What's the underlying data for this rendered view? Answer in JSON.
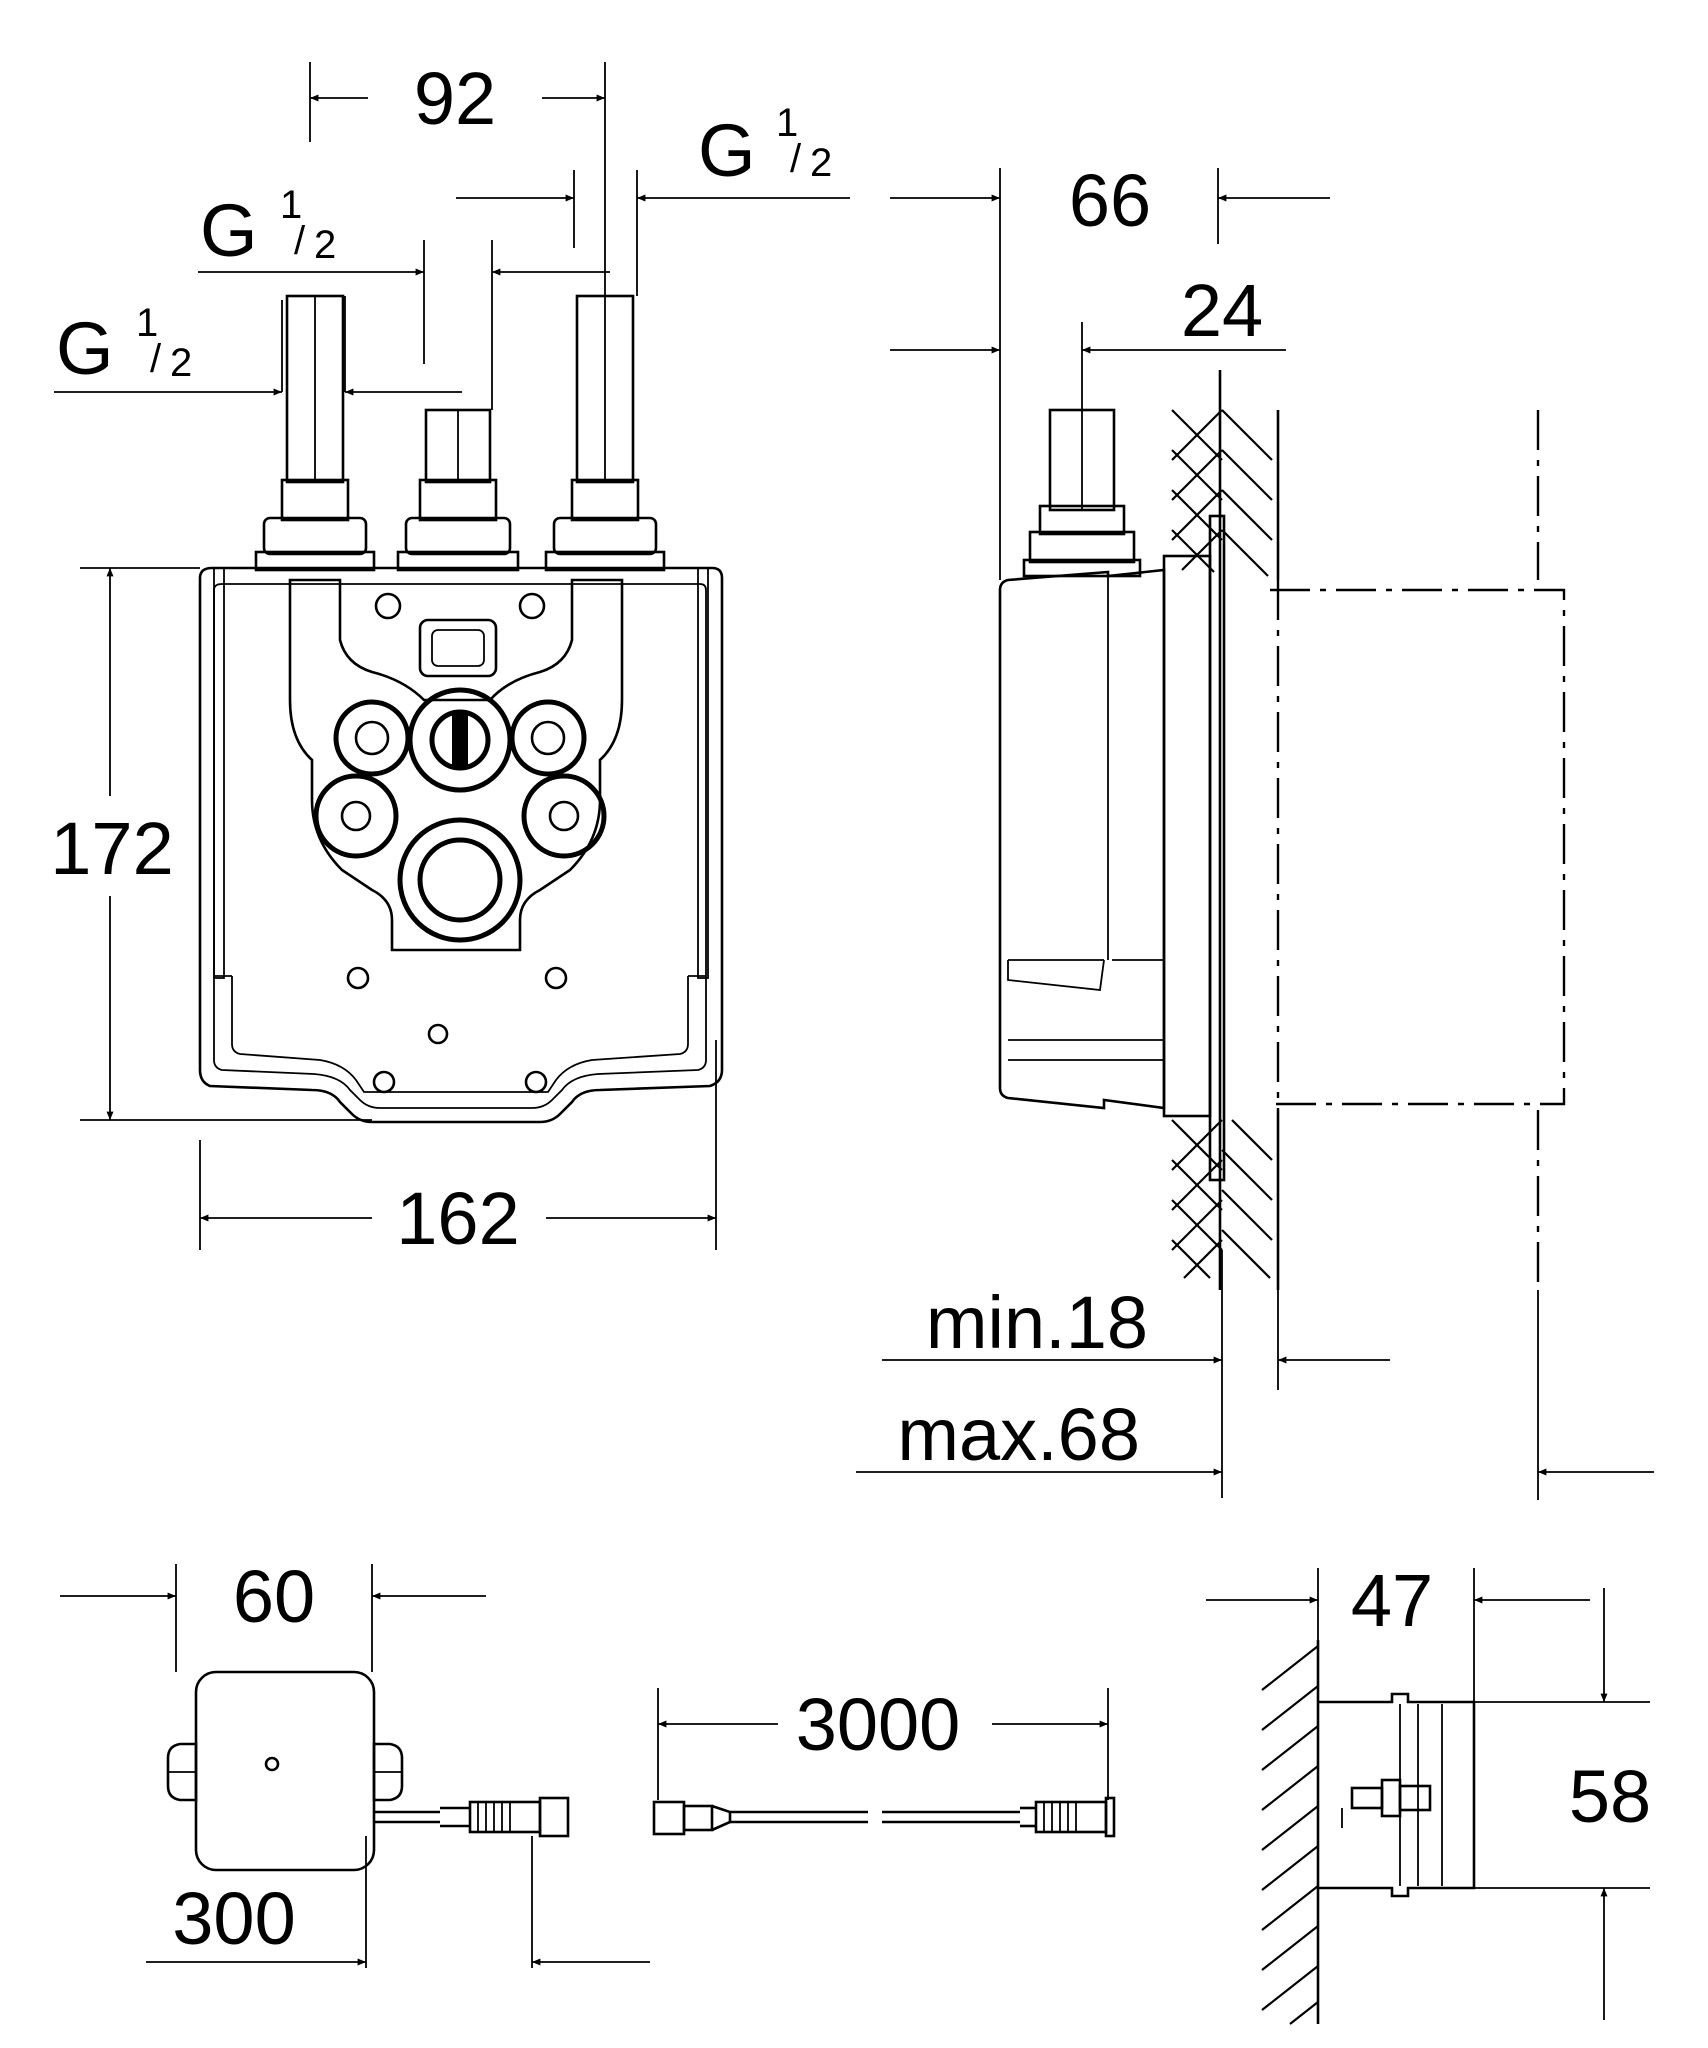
{
  "dimensions": {
    "front_view": {
      "spacing_92": "92",
      "thread_right": {
        "letter": "G",
        "num": "1",
        "den": "2"
      },
      "thread_middle": {
        "letter": "G",
        "num": "1",
        "den": "2"
      },
      "thread_left": {
        "letter": "G",
        "num": "1",
        "den": "2"
      },
      "height_172": "172",
      "width_162": "162"
    },
    "side_view": {
      "depth_66": "66",
      "depth_24": "24",
      "wall_min": "min.18",
      "wall_max": "max.68"
    },
    "sensor_view": {
      "width_60": "60",
      "cable_300": "300",
      "cable_3000": "3000"
    },
    "sensor_side_view": {
      "depth_47": "47",
      "height_58": "58"
    }
  }
}
